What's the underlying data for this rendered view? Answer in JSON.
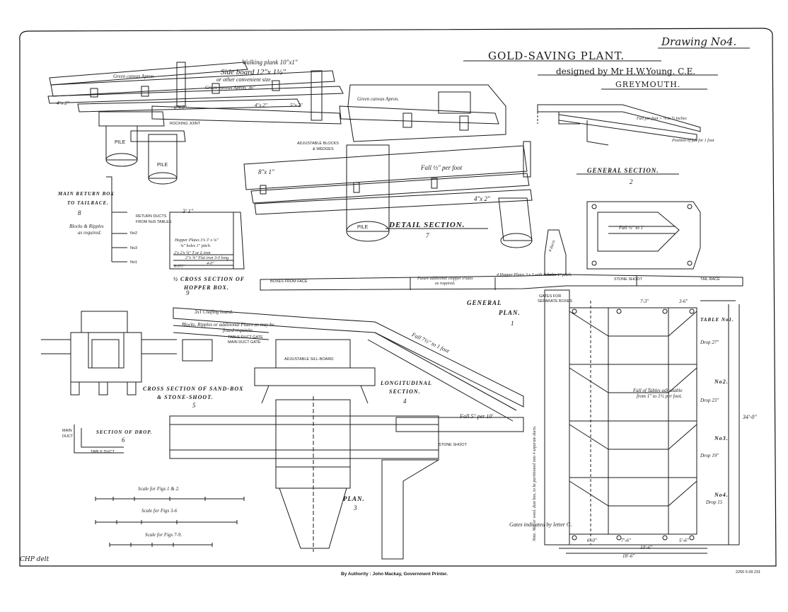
{
  "title": {
    "drawing_no": "Drawing No4.",
    "main": "GOLD-SAVING PLANT.",
    "designer": "designed by Mr H.W.Young. C.E.",
    "place": "GREYMOUTH."
  },
  "figures": {
    "general_section": "GENERAL SECTION.",
    "general_section_no": "2",
    "detail_section": "DETAIL SECTION.",
    "detail_section_no": "7",
    "general_plan": "GENERAL",
    "general_plan_2": "PLAN.",
    "general_plan_no": "1",
    "main_return_box": "MAIN RETURN BOX",
    "to_tailrace": "TO TAILRACE.",
    "main_return_box_no": "8",
    "hopper_box": "½ CROSS SECTION OF",
    "hopper_box_2": "HOPPER BOX.",
    "hopper_box_no": "9",
    "sand_box": "CROSS SECTION OF SAND-BOX",
    "sand_box_2": "& STONE-SHOOT.",
    "sand_box_no": "5",
    "longitudinal": "LONGITUDINAL",
    "longitudinal_2": "SECTION.",
    "longitudinal_no": "4",
    "section_drop": "SECTION OF DROP.",
    "section_drop_no": "6",
    "plan": "PLAN.",
    "plan_no": "3"
  },
  "labels": {
    "walking_plank": "Walking plank 10\"x1\"",
    "side_board": "Side board 12\"x 1½\"",
    "side_board_2": "or other convenient size.",
    "green_apron_1": "Green canvas Apron",
    "green_apron_2": "Green canvas Apron. 36\"",
    "green_apron_3": "Green canvas Apron.",
    "rocking_joint": "ROCKING JOINT",
    "pile": "PILE",
    "adj_blocks": "ADJUSTABLE BLOCKS",
    "wedges": "& WEDGES",
    "fall_half": "Fall ½\" per foot",
    "fall_per_foot": "Fall per foot = ¼ to ½ inches",
    "position_fall": "Position of fall for 1 foot",
    "fall_half_1": "Fall ½\" to 1'",
    "dim_8x1": "8\"x 1\"",
    "dim_4x2": "4\"x 2\"",
    "dim_6x2": "6\"x 2\"",
    "dim_5x2": "5\"x 2\"",
    "blocks_ripples": "Blocks & Ripples",
    "as_required": "as required.",
    "return_ducts": "RETURN DUCTS",
    "from_tables": "FROM NoS TABLES",
    "no2": "No2",
    "no3": "No3",
    "no1": "No1",
    "hopper_plates": "Hopper Plates 3'x 3' x ⅛\"",
    "holes": "⅜\" holes 1\" pitch.",
    "bars_a": "2'x 2'x ¼\" T or L iron",
    "bars_b": "2\"x ¾\" Flat iron 3-0 long",
    "dim_4_0": "4-0\"",
    "dim_6_3": "6-3½\"",
    "dim_3_1": "3' 1\"",
    "boxes_from_face": "BOXES FROM FACE",
    "future_plates": "Future additional Hopper Plates",
    "future_plates_2": "as required.",
    "hopper_plates_2": "4 Hopper Plates 3 x 3 with ⅜ holes 1\" pitch.",
    "stone_shoot": "STONE SHOOT",
    "tail_race": "TAIL RACE",
    "gates_for": "GATES FOR",
    "separate_boxes": "SEPARATE BOXES",
    "chafing_board": "3x1 Chafing board.",
    "blocks_addl": "Blocks, Ripples or additional Plates as may be",
    "found_req": "found requisite.",
    "table_duct": "TABLE DUCT GATE",
    "main_duct_gate": "MAIN DUCT GATE",
    "adj_sill": "ADJUSTABLE SILL-BOARD.",
    "fall_seven": "Fall 7½\" to 1 foot",
    "fall_5": "Fall 5\" per 10'",
    "stone_shoot_2": "STONE SHOOT",
    "main_duct": "MAIN",
    "duct": "DUCT",
    "table_duct_2": "TABLE DUCT",
    "table_no1": "TABLE No1.",
    "drop_27": "Drop 27\"",
    "table_no2": "No2.",
    "drop_23": "Drop 23\"",
    "table_no3": "No3.",
    "drop_19": "Drop 19\"",
    "table_no4": "No4.",
    "drop_15": "Drop 15",
    "fall_tables": "Fall of Tables adjustable",
    "fall_tables_2": "from 1\" to 1½ per foot.",
    "note_side": "Note. Mat or wool, dust box, to be partitioned into 4 separate ducts.",
    "gates_letter": "Gates indicated by letter G.",
    "dim_7_3": "7-3\"",
    "dim_3_6": "3-6\"",
    "dim_34_0": "34'-0\"",
    "dim_10_6": "10'-6\"",
    "dim_18_6": "18'-6\"",
    "dim_7_6": "7'-6\"",
    "dim_6_0": "6'-0\"",
    "dim_5_6": "5'-6\"",
    "four_ducts": "4 ducts",
    "scale_1": "Scale for Figs 1 & 2.",
    "scale_2": "Scale for Figs 3-6",
    "scale_3": "Scale for Figs 7-9."
  },
  "footer": {
    "signature": "CHP delt",
    "authority": "By Authority : John Mackay, Government Printer.",
    "print_ref": "2250 5.09 231"
  }
}
